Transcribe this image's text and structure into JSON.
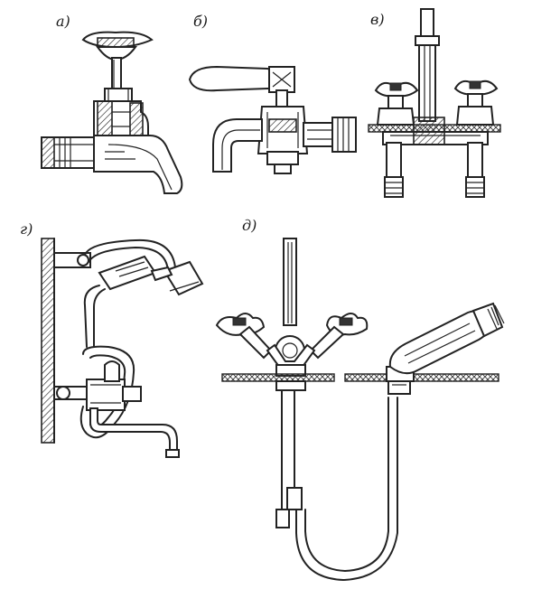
{
  "figure": {
    "labels": {
      "a": "а)",
      "b": "б)",
      "v": "в)",
      "g": "г)",
      "d": "д)"
    }
  }
}
